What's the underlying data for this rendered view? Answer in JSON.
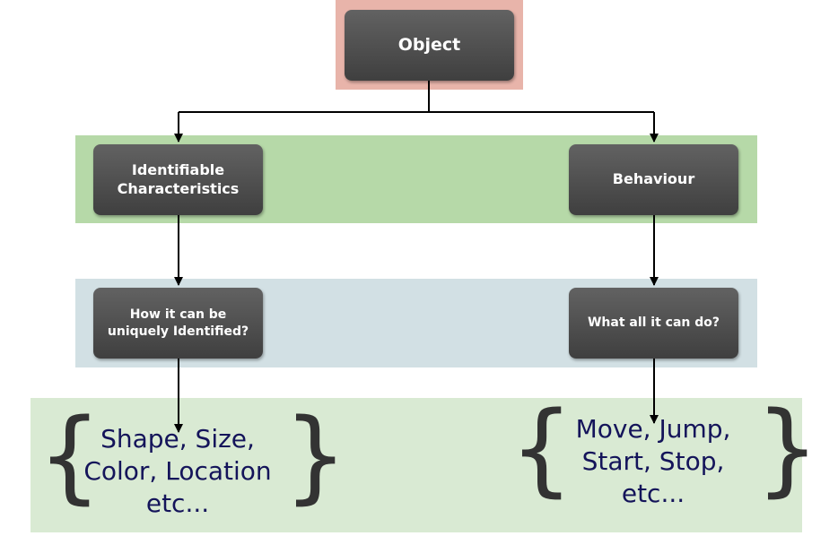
{
  "colors": {
    "root_band": "#e8b4aa",
    "level1_band": "#b6d9a8",
    "level2_band": "#d2e0e4",
    "leaf_band": "#d9ead3",
    "leaf_text": "#14145a"
  },
  "root": {
    "label": "Object"
  },
  "characteristics": {
    "box": {
      "line1": "Identifiable",
      "line2": "Characteristics"
    },
    "question": {
      "line1": "How it can be",
      "line2": "uniquely Identified?"
    },
    "examples": {
      "line1": "Shape, Size,",
      "line2": "Color, Location",
      "line3": "etc..."
    }
  },
  "behaviour": {
    "box": {
      "label": "Behaviour"
    },
    "question": {
      "label": "What all it can do?"
    },
    "examples": {
      "line1": "Move, Jump,",
      "line2": "Start, Stop,",
      "line3": "etc..."
    }
  },
  "brace_open": "{",
  "brace_close": "}"
}
